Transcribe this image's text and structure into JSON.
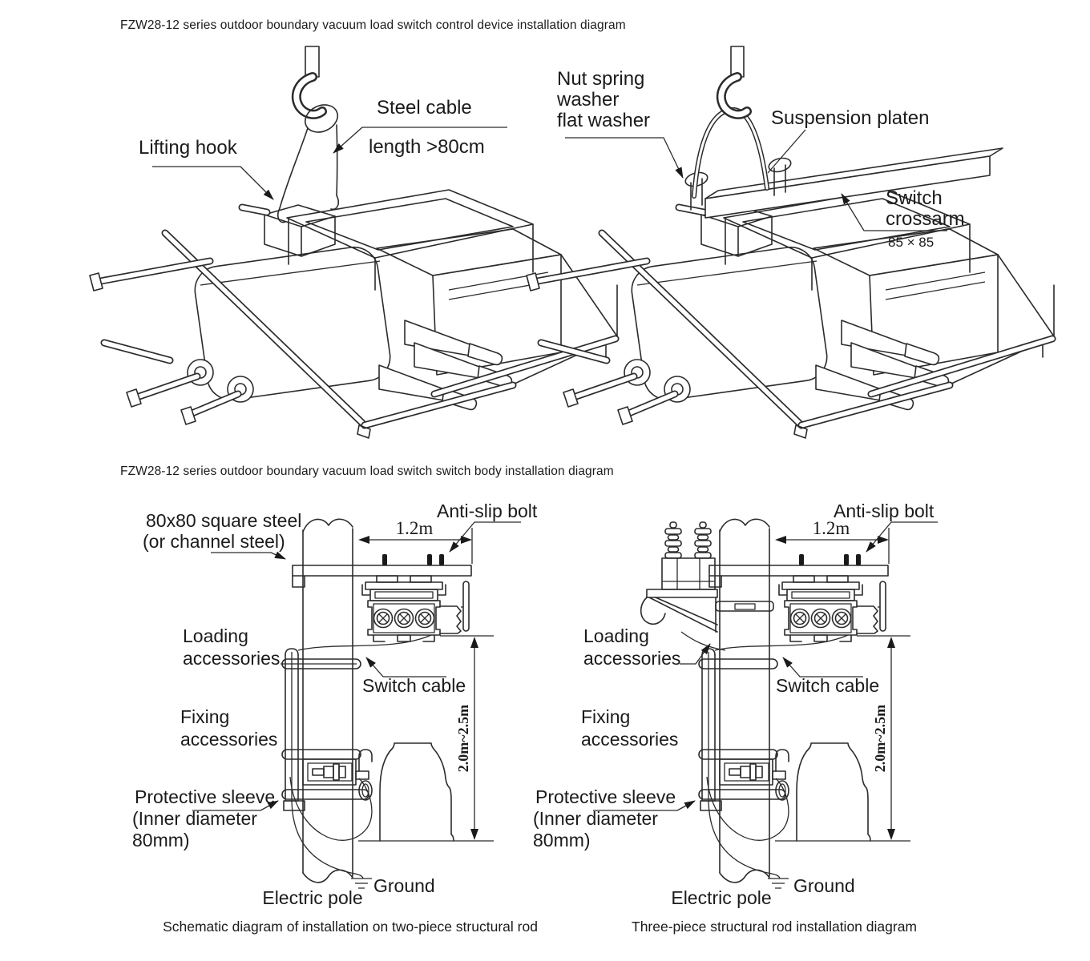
{
  "titles": {
    "control": "FZW28-12 series outdoor boundary vacuum load switch control device installation diagram",
    "body": "FZW28-12 series outdoor boundary vacuum load switch switch body installation diagram"
  },
  "control": {
    "lifting_hook": "Lifting hook",
    "steel_cable": "Steel cable",
    "cable_length": "length >80cm",
    "nut_line1": "Nut spring",
    "nut_line2": "washer",
    "nut_line3": "flat washer",
    "suspension_platen": "Suspension platen",
    "crossarm_line1": "Switch",
    "crossarm_line2": "crossarm",
    "crossarm_size": "85 × 85"
  },
  "body": {
    "square_steel_line1": "80x80 square steel",
    "square_steel_line2": "(or channel steel)",
    "anti_slip": "Anti-slip bolt",
    "span": "1.2m",
    "loading_line1": "Loading",
    "loading_line2": "accessories",
    "switch_cable": "Switch cable",
    "fixing_line1": "Fixing",
    "fixing_line2": "accessories",
    "height_range": "2.0m~2.5m",
    "sleeve_line1": "Protective sleeve",
    "sleeve_line2": "(Inner diameter",
    "sleeve_line3": "80mm)",
    "electric_pole": "Electric pole",
    "ground": "Ground",
    "caption_left": "Schematic diagram of installation on two-piece structural rod",
    "caption_right": "Three-piece structural rod installation diagram"
  }
}
